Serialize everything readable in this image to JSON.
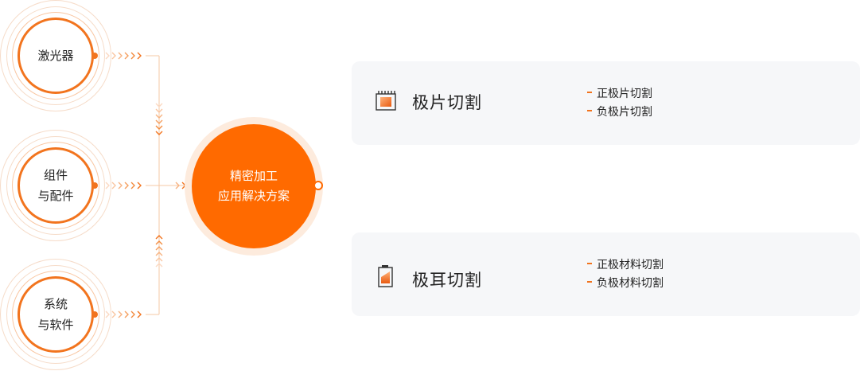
{
  "nodes": [
    {
      "id": "laser",
      "lines": [
        "激光器"
      ]
    },
    {
      "id": "components",
      "lines": [
        "组件",
        "与配件"
      ]
    },
    {
      "id": "software",
      "lines": [
        "系统",
        "与软件"
      ]
    }
  ],
  "center": {
    "lines": [
      "精密加工",
      "应用解决方案"
    ]
  },
  "cards": [
    {
      "title": "极片切割",
      "icon": "electrode-chip-icon",
      "items": [
        "正极片切割",
        "负极片切割"
      ]
    },
    {
      "title": "极耳切割",
      "icon": "battery-icon",
      "items": [
        "正极材料切割",
        "负极材料切割"
      ]
    }
  ],
  "colors": {
    "accent": "#f2741e",
    "center": "#ff6a00",
    "card_bg": "#f6f7f9",
    "halo": "#f6dcc9"
  }
}
